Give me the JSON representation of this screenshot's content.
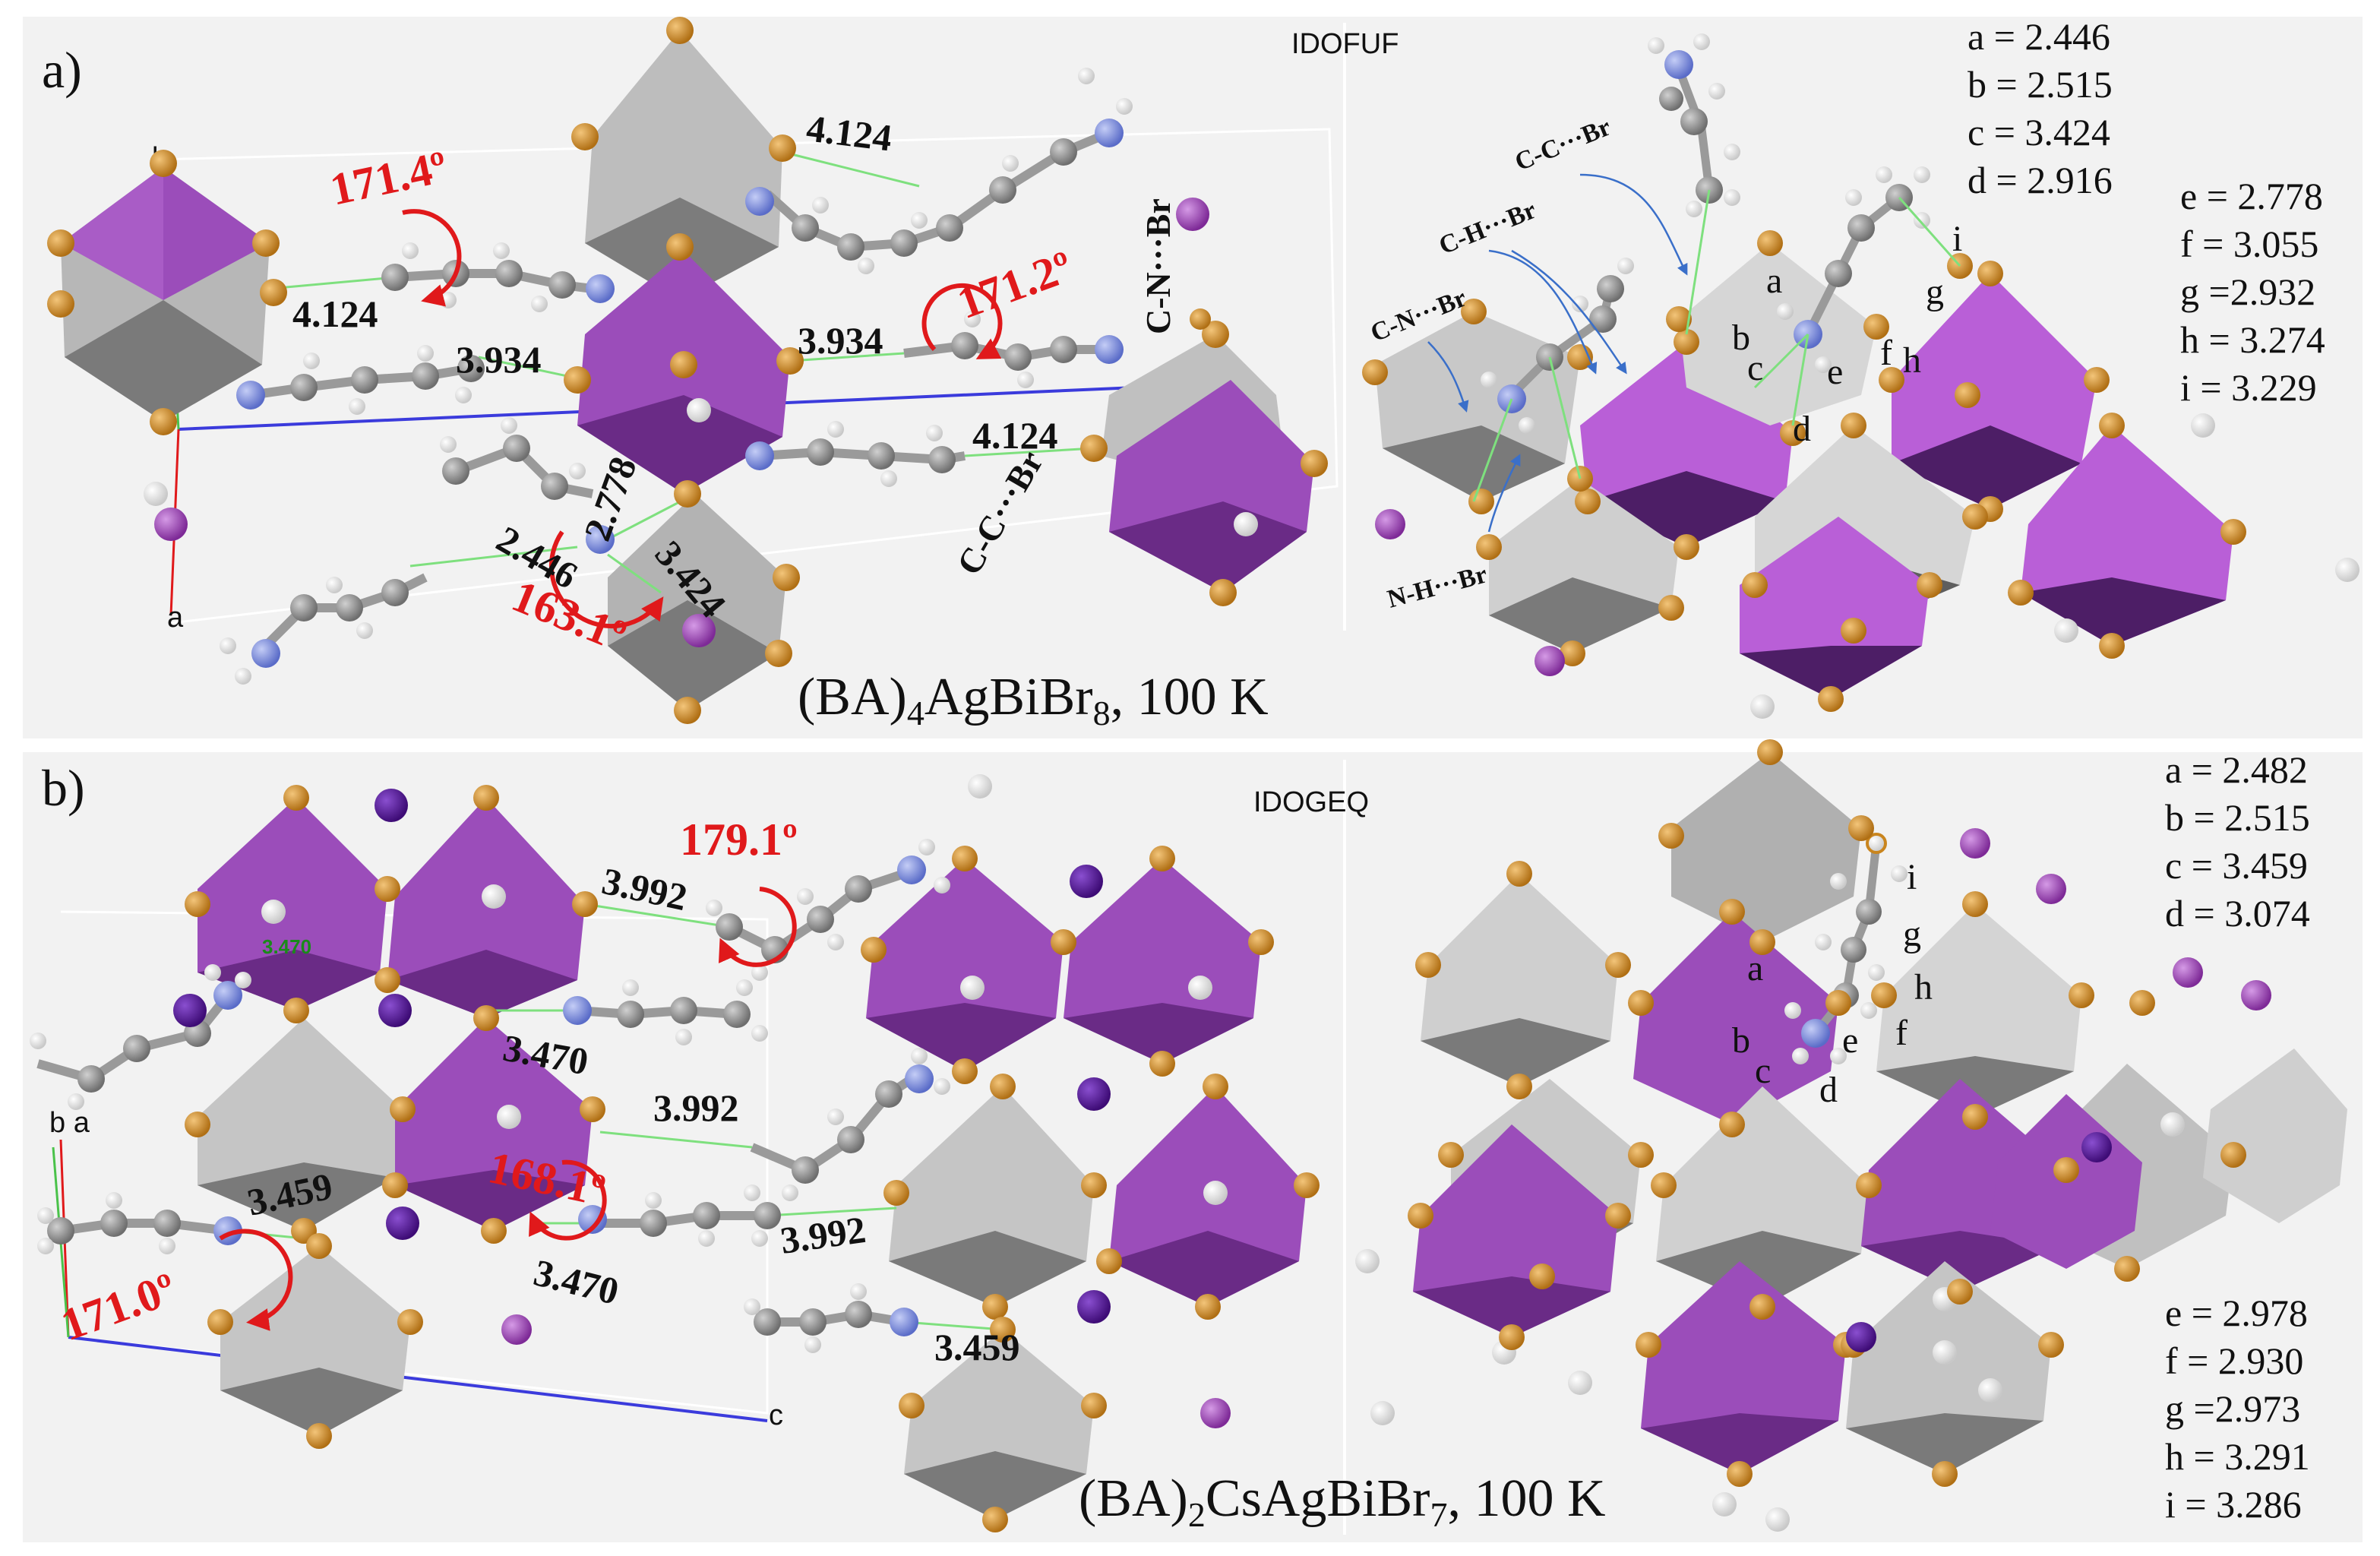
{
  "panels": [
    {
      "id": "a",
      "label": "a)",
      "code": "IDOFUF",
      "formula": {
        "pre": "(BA)",
        "s1": "4",
        "mid": "AgBiBr",
        "s2": "8",
        "post": ", 100 K"
      },
      "distances": [
        "4.124",
        "4.124",
        "3.934",
        "3.934",
        "4.124",
        "2.778",
        "2.446",
        "3.424"
      ],
      "angles": [
        "171.4º",
        "171.2º",
        "163.1º"
      ],
      "bond_types_left": [
        "C-N···Br",
        "C-C···Br"
      ],
      "bond_types_right": [
        "C-C···Br",
        "C-H···Br",
        "C-N···Br",
        "N-H···Br"
      ],
      "point_labels": [
        "a",
        "b",
        "c",
        "d",
        "e",
        "f",
        "g",
        "h",
        "i"
      ],
      "params_top": [
        "a = 2.446",
        "b = 2.515",
        "c = 3.424",
        "d = 2.916"
      ],
      "params_side": [
        "e = 2.778",
        "f = 3.055",
        "g =2.932",
        "h = 3.274",
        "i = 3.229"
      ]
    },
    {
      "id": "b",
      "label": "b)",
      "code": "IDOGEQ",
      "formula": {
        "pre": "(BA)",
        "s1": "2",
        "mid": "CsAgBiBr",
        "s2": "7",
        "post": ", 100 K"
      },
      "distances": [
        "3.992",
        "3.470",
        "3.992",
        "3.459",
        "3.992",
        "3.470",
        "3.459"
      ],
      "small_label": "3.470",
      "angles": [
        "179.1º",
        "168.1º",
        "171.0º"
      ],
      "point_labels": [
        "a",
        "b",
        "c",
        "d",
        "e",
        "f",
        "g",
        "h",
        "i"
      ],
      "params_top": [
        "a = 2.482",
        "b = 2.515",
        "c = 3.459",
        "d = 3.074"
      ],
      "params_bottom": [
        "e = 2.978",
        "f = 2.930",
        "g =2.973",
        "h = 3.291",
        "i = 3.286"
      ]
    }
  ],
  "colors": {
    "background": "#f2f2f2",
    "bi_octahedron": "#9b4dba",
    "ag_octahedron": "#b5b5b5",
    "br_atom": "#c9851e",
    "carbon": "#8c8c8c",
    "nitrogen": "#7d8fe0",
    "hydrogen": "#f4f4f4",
    "iodine_like_purple": "#9a3fb0",
    "cs_atom": "#5a1a99",
    "angle_red": "#e0191b",
    "hbond_green": "#7ee07e",
    "unit_cell_blue": "#3b3bdc"
  }
}
